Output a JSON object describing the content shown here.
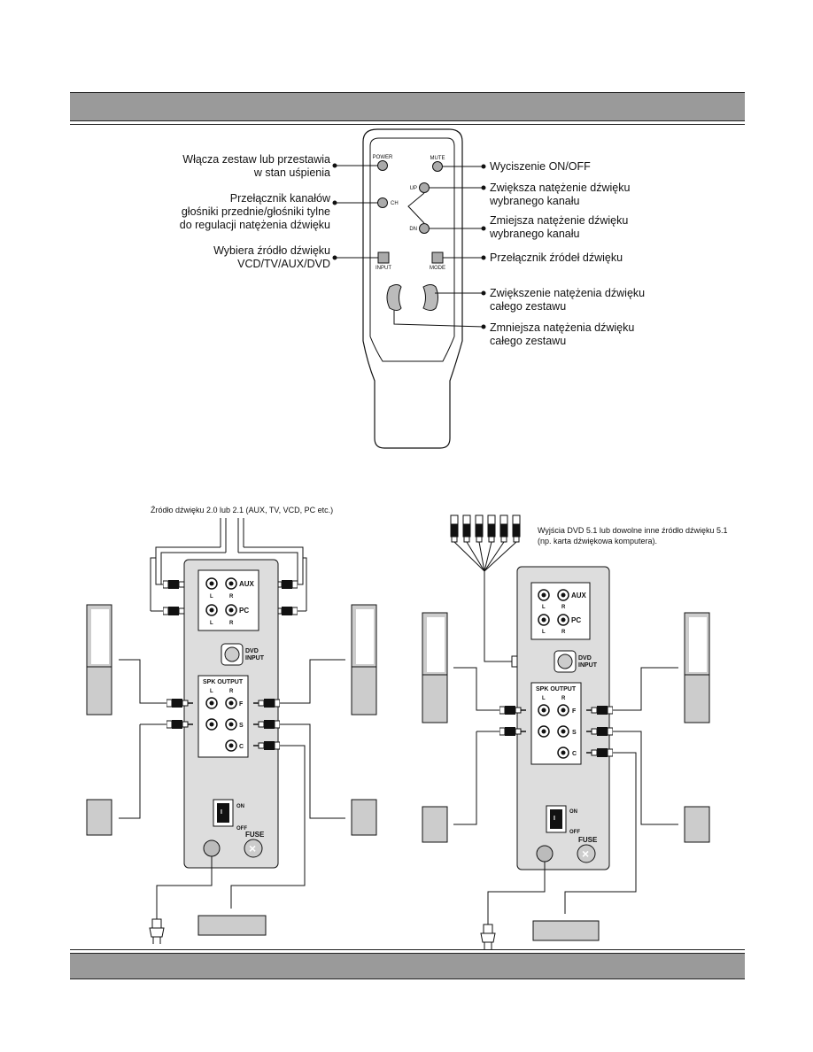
{
  "remote": {
    "buttons": {
      "power": "POWER",
      "mute": "MUTE",
      "up": "UP",
      "ch": "CH",
      "dn": "DN",
      "input": "INPUT",
      "mode": "MODE"
    },
    "callouts": {
      "power_line1": "Włącza zestaw lub przestawia",
      "power_line2": "w stan uśpienia",
      "mute": "Wyciszenie ON/OFF",
      "ch_line1": "Przełącznik kanałów",
      "ch_line2": "głośniki przednie/głośniki tylne",
      "ch_line3": "do regulacji natężenia dźwięku",
      "up_line1": "Zwiększa natężenie dźwięku",
      "up_line2": "wybranego kanału",
      "dn_line1": "Zmiejsza natężenie dźwięku",
      "dn_line2": "wybranego kanału",
      "input_line1": "Wybiera źródło dźwięku",
      "input_line2": "VCD/TV/AUX/DVD",
      "mode": "Przełącznik źródeł dźwięku",
      "volup_line1": "Zwiększenie natężenia dźwięku",
      "volup_line2": "całego zestawu",
      "voldn_line1": "Zmniejsza natężenia dźwięku",
      "voldn_line2": "całego zestawu"
    }
  },
  "diagram_left": {
    "source_caption": "Źródło dźwięku 2.0 lub 2.1 (AUX, TV, VCD, PC etc.)"
  },
  "diagram_right": {
    "source_line1": "Wyjścia DVD 5.1 lub dowolne inne źródło dźwięku 5.1",
    "source_line2": "(np. karta dźwiękowa komputera)."
  },
  "panel": {
    "aux": "AUX",
    "pc": "PC",
    "l": "L",
    "r": "R",
    "dvd": "DVD",
    "input": "INPUT",
    "spk_output": "SPK OUTPUT",
    "f": "F",
    "s": "S",
    "c": "C",
    "on": "ON",
    "off": "OFF",
    "fuse": "FUSE"
  }
}
